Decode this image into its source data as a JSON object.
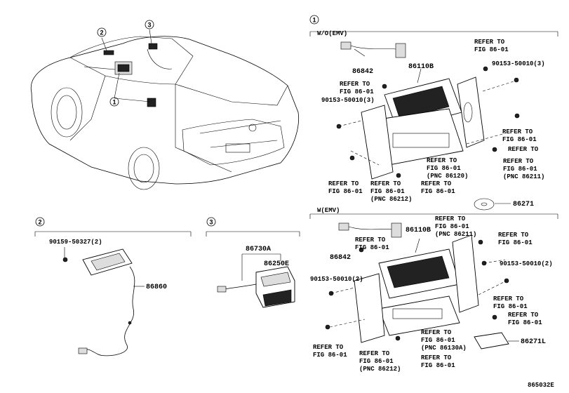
{
  "sections": {
    "s1": {
      "num": "1",
      "variant_a": "W/O(EMV)",
      "variant_b": "W(EMV)"
    },
    "s2": {
      "num": "2"
    },
    "s3": {
      "num": "3"
    }
  },
  "callouts": {
    "c1": "1",
    "c2": "2",
    "c3": "3"
  },
  "parts": {
    "p86842a": "86842",
    "p86110Ba": "86110B",
    "p86271": "86271",
    "p86842b": "86842",
    "p86110Bb": "86110B",
    "p86271L": "86271L",
    "p86860": "86860",
    "p86730A": "86730A",
    "p86250E": "86250E",
    "bolt_a1": "90153-50010(3)",
    "bolt_a2": "90153-50010(3)",
    "bolt_b1": "90153-50010(2)",
    "bolt_b2": "90153-50010(2)",
    "bolt_s2": "90159-50327(2)"
  },
  "refs": {
    "refer": "REFER TO",
    "fig": "FIG 86-01",
    "pnc_86120": "(PNC 86120)",
    "pnc_86212": "(PNC 86212)",
    "pnc_86211": "(PNC 86211)",
    "pnc_86130A": "(PNC 86130A)"
  },
  "footer": {
    "code": "865032E"
  }
}
